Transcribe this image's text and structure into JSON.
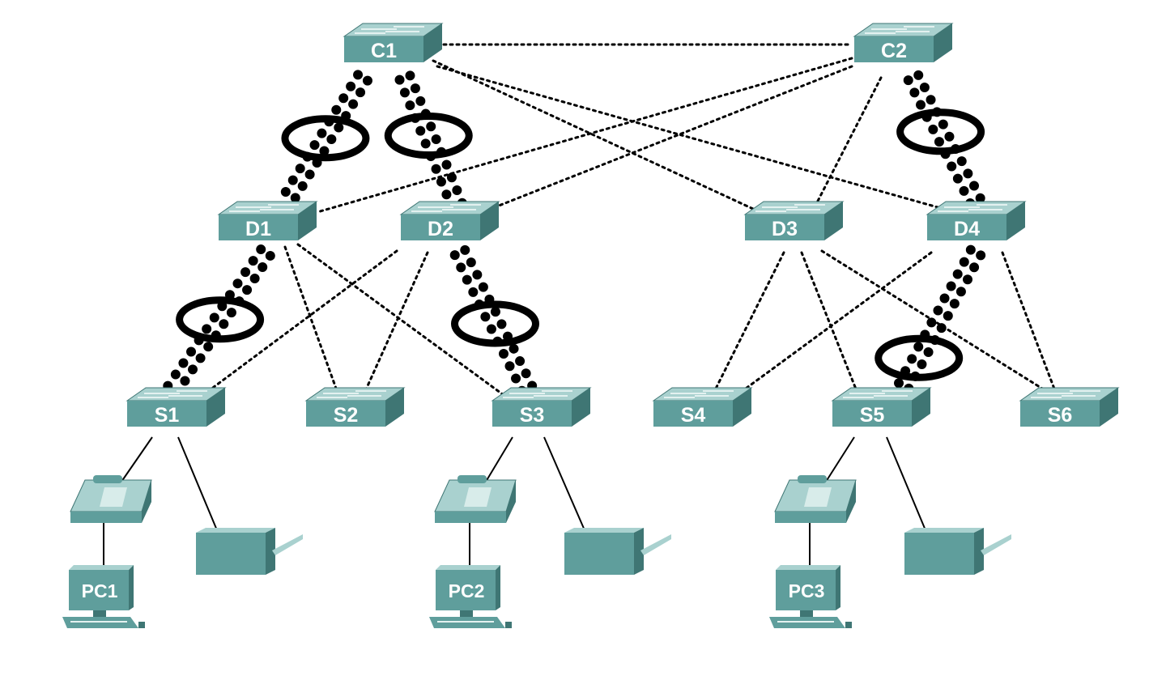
{
  "diagram": {
    "colors": {
      "device_top": "#a9d1cf",
      "device_front": "#5f9e9c",
      "device_side": "#3f7674",
      "device_line": "#e3f1f0",
      "label_text": "#ffffff",
      "link": "#000000"
    },
    "switches": [
      {
        "id": "C1",
        "label": "C1",
        "tier": "core"
      },
      {
        "id": "C2",
        "label": "C2",
        "tier": "core"
      },
      {
        "id": "D1",
        "label": "D1",
        "tier": "distribution"
      },
      {
        "id": "D2",
        "label": "D2",
        "tier": "distribution"
      },
      {
        "id": "D3",
        "label": "D3",
        "tier": "distribution"
      },
      {
        "id": "D4",
        "label": "D4",
        "tier": "distribution"
      },
      {
        "id": "S1",
        "label": "S1",
        "tier": "access"
      },
      {
        "id": "S2",
        "label": "S2",
        "tier": "access"
      },
      {
        "id": "S3",
        "label": "S3",
        "tier": "access"
      },
      {
        "id": "S4",
        "label": "S4",
        "tier": "access"
      },
      {
        "id": "S5",
        "label": "S5",
        "tier": "access"
      },
      {
        "id": "S6",
        "label": "S6",
        "tier": "access"
      }
    ],
    "phones": [
      {
        "id": "phone1",
        "switch": "S1"
      },
      {
        "id": "phone2",
        "switch": "S3"
      },
      {
        "id": "phone3",
        "switch": "S5"
      }
    ],
    "printers": [
      {
        "id": "printer1",
        "switch": "S1"
      },
      {
        "id": "printer2",
        "switch": "S3"
      },
      {
        "id": "printer3",
        "switch": "S5"
      }
    ],
    "pcs": [
      {
        "id": "PC1",
        "label": "PC1",
        "phone": "phone1"
      },
      {
        "id": "PC2",
        "label": "PC2",
        "phone": "phone2"
      },
      {
        "id": "PC3",
        "label": "PC3",
        "phone": "phone3"
      }
    ],
    "dotted_links": [
      [
        "C1",
        "C2"
      ],
      [
        "C1",
        "D3"
      ],
      [
        "C1",
        "D4"
      ],
      [
        "C2",
        "D1"
      ],
      [
        "C2",
        "D2"
      ],
      [
        "C2",
        "D3"
      ],
      [
        "D1",
        "S2"
      ],
      [
        "D1",
        "S3"
      ],
      [
        "D2",
        "S1"
      ],
      [
        "D2",
        "S2"
      ],
      [
        "D3",
        "S4"
      ],
      [
        "D3",
        "S5"
      ],
      [
        "D3",
        "S6"
      ],
      [
        "D4",
        "S4"
      ],
      [
        "D4",
        "S6"
      ]
    ],
    "etherchannel_links": [
      [
        "C1",
        "D1"
      ],
      [
        "C1",
        "D2"
      ],
      [
        "C2",
        "D4"
      ],
      [
        "D1",
        "S1"
      ],
      [
        "D2",
        "S3"
      ],
      [
        "D4",
        "S5"
      ]
    ],
    "solid_links": [
      [
        "S1",
        "phone1"
      ],
      [
        "S1",
        "printer1"
      ],
      [
        "phone1",
        "PC1"
      ],
      [
        "S3",
        "phone2"
      ],
      [
        "S3",
        "printer2"
      ],
      [
        "phone2",
        "PC2"
      ],
      [
        "S5",
        "phone3"
      ],
      [
        "S5",
        "printer3"
      ],
      [
        "phone3",
        "PC3"
      ]
    ]
  }
}
